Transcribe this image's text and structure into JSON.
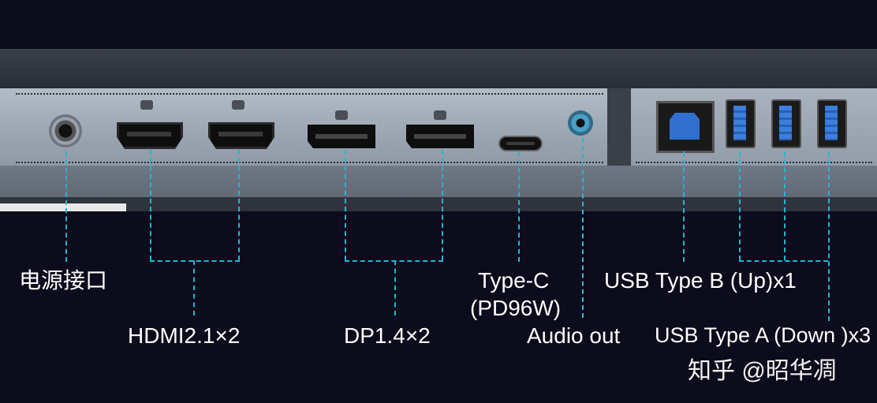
{
  "labels": {
    "power": "电源接口",
    "hdmi": "HDMI2.1×2",
    "dp": "DP1.4×2",
    "typec_line1": "Type-C",
    "typec_line2": "(PD96W)",
    "audio": "Audio out",
    "usb_b": "USB Type B (Up)x1",
    "usb_a": "USB Type A (Down )x3"
  },
  "watermark": "知乎 @昭华凋",
  "colors": {
    "callout": "#21b7d6",
    "background": "#0c0c1c",
    "label_text": "#ffffff",
    "usb_port_blue": "#2f6fd0"
  },
  "icons": [
    "power-jack-icon",
    "hdmi-port-icon",
    "displayport-icon",
    "usb-c-port-icon",
    "audio-jack-icon",
    "usb-b-port-icon",
    "usb-a-port-icon"
  ]
}
